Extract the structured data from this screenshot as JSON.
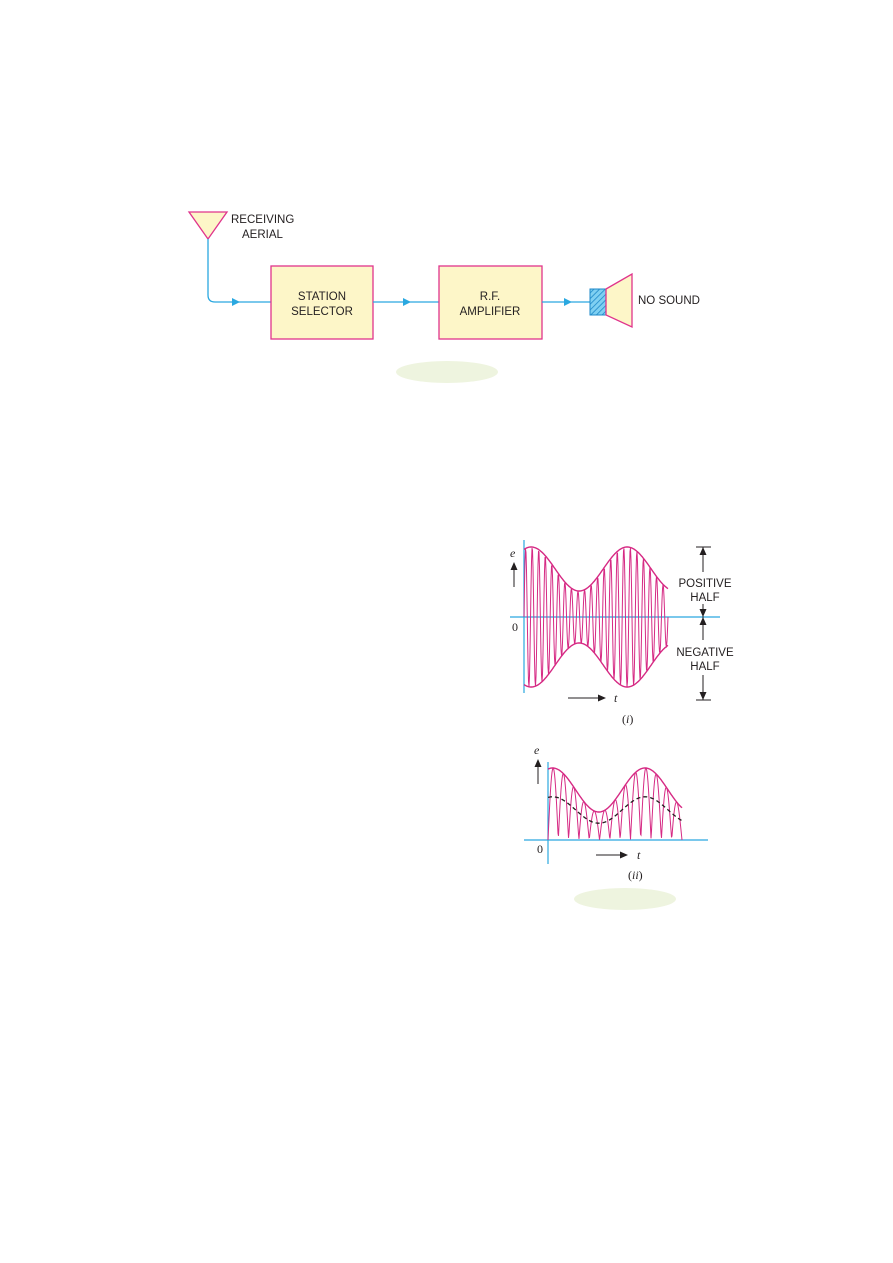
{
  "figure1": {
    "aerial_label_line1": "RECEIVING",
    "aerial_label_line2": "AERIAL",
    "station_selector_line1": "STATION",
    "station_selector_line2": "SELECTOR",
    "rf_amplifier_line1": "R.F.",
    "rf_amplifier_line2": "AMPLIFIER",
    "speaker_label": "NO  SOUND"
  },
  "figure2": {
    "part_i": {
      "axis_e": "e",
      "axis_t": "t",
      "origin": "0",
      "positive_line1": "POSITIVE",
      "positive_line2": "HALF",
      "negative_line1": "NEGATIVE",
      "negative_line2": "HALF",
      "caption_open": "(",
      "caption_letter": "i",
      "caption_close": ")"
    },
    "part_ii": {
      "axis_e": "e",
      "axis_t": "t",
      "origin": "0",
      "caption_open": "(",
      "caption_letter": "ii",
      "caption_close": ")"
    }
  },
  "colors": {
    "signal_line": "#2aa8e0",
    "block_fill": "#fdf6c8",
    "block_border": "#e0348c",
    "wave": "#d62a84",
    "caption_oval": "#eef4df"
  }
}
